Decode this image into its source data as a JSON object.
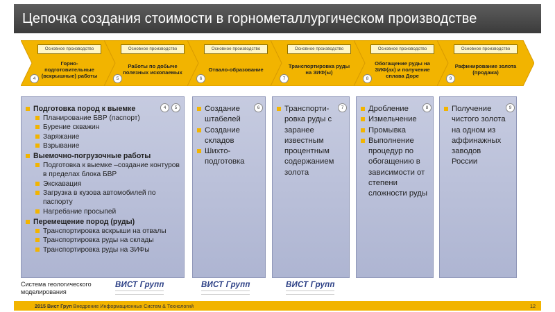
{
  "header": {
    "title": "Цепочка создания стоимости в горнометаллургическом производстве"
  },
  "colors": {
    "accent": "#f2b400",
    "title_bg": "#4a4a4a",
    "column_bg": "#b9bfd9"
  },
  "chain": [
    {
      "tag": "Основное производство",
      "label": "Горно-подготовительные (вскрышные) работы",
      "badge": "4"
    },
    {
      "tag": "Основное производство",
      "label": "Работы по добыче полезных ископаемых",
      "badge": "5"
    },
    {
      "tag": "Основное производство",
      "label": "Отвало-образование",
      "badge": "6"
    },
    {
      "tag": "Основное производство",
      "label": "Транспортировка руды на ЗИФ(ы)",
      "badge": "7"
    },
    {
      "tag": "Основное производство",
      "label": "Обогащение руды на ЗИФ(ах) и получение сплава Доре",
      "badge": "8"
    },
    {
      "tag": "Основное производство",
      "label": "Рафинирование золота (продажа)",
      "badge": "9"
    }
  ],
  "columns": {
    "c1": {
      "badges": [
        "4",
        "5"
      ],
      "groups": [
        {
          "title": "Подготовка пород к выемке",
          "items": [
            "Планирование БВР (паспорт)",
            "Бурение скважин",
            "Заряжание",
            "Взрывание"
          ]
        },
        {
          "title": "Выемочно-погрузочные работы",
          "items": [
            "Подготовка к выемке –создание контуров в пределах блока БВР",
            "Экскавация",
            "Загрузка в кузова автомобилей по паспорту",
            "Нагребание просыпей"
          ]
        },
        {
          "title": "Перемещение пород (руды)",
          "items": [
            "Транспортировка вскрыши на отвалы",
            "Транспортировка руды на склады",
            "Транспортировка руды на ЗИФы"
          ]
        }
      ]
    },
    "c2": {
      "badge": "6",
      "items": [
        "Создание штабелей",
        "Создание складов",
        "Шихто-подготовка"
      ]
    },
    "c3": {
      "badge": "7",
      "items": [
        "Транспорти-ровка руды с заранее известным процентным содержанием золота"
      ]
    },
    "c4": {
      "badge": "8",
      "items": [
        "Дробление",
        "Измельчение",
        "Промывка",
        "Выполнение процедур по обогащению в зависимости от степени сложности руды"
      ]
    },
    "c5": {
      "badge": "9",
      "items": [
        "Получение чистого золота на одном из аффинажных заводов России"
      ]
    }
  },
  "footer": {
    "note": "Система геологического моделирования",
    "logo": "ВИСТ Групп",
    "company": "2015 Вист Груп",
    "tagline": "Внедрение Информационных Систем & Технологий",
    "page": "12"
  }
}
